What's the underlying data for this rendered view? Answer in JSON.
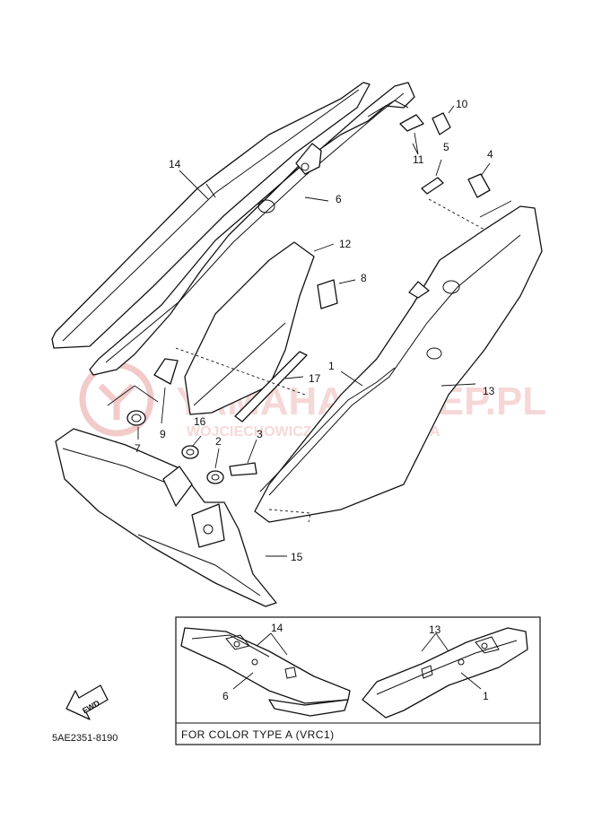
{
  "diagram_code": "5AE2351-8190",
  "inset_caption": "FOR COLOR TYPE A (VRC1)",
  "fwd_label": "FWD",
  "watermark": {
    "line1": "YAMAHA-SKLEP.PL",
    "line2": "WOJCIECHOWICZ DEALER YAMAHA",
    "color": "#e9a0a0"
  },
  "callouts": {
    "p1": "1",
    "p2": "2",
    "p3": "3",
    "p4": "4",
    "p5": "5",
    "p6": "6",
    "p7": "7",
    "p8": "8",
    "p9": "9",
    "p10": "10",
    "p11": "11",
    "p12": "12",
    "p13": "13",
    "p14": "14",
    "p15": "15",
    "p16": "16",
    "p17": "17",
    "inset_p14": "14",
    "inset_p13": "13",
    "inset_p6": "6",
    "inset_p1": "1"
  }
}
